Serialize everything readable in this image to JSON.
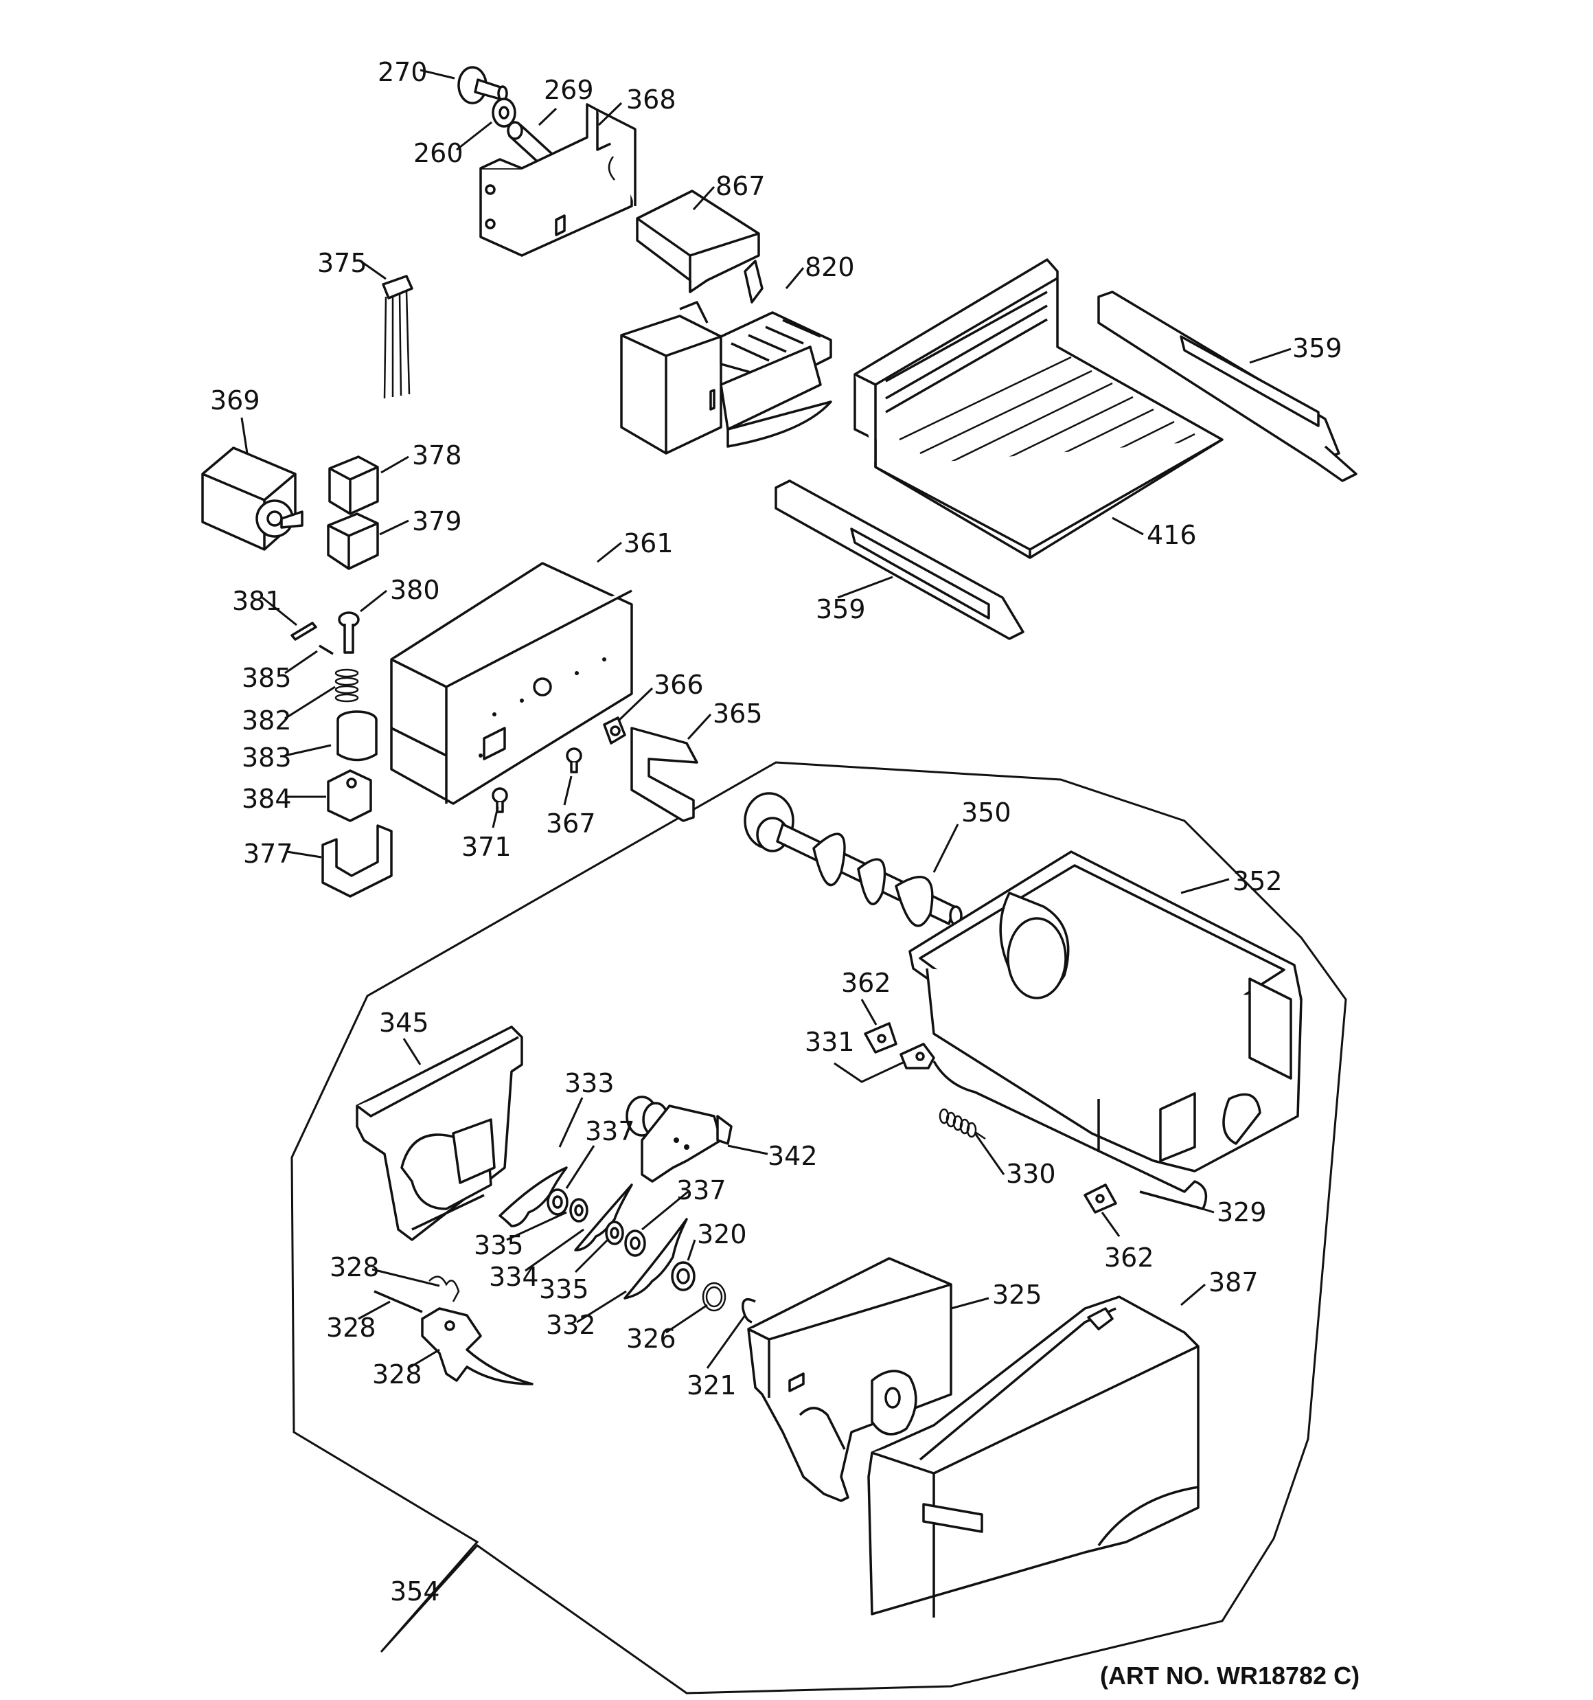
{
  "diagram": {
    "art_number": "(ART NO. WR18782 C)",
    "callouts": [
      {
        "id": "c270",
        "label": "270"
      },
      {
        "id": "c269",
        "label": "269"
      },
      {
        "id": "c368",
        "label": "368"
      },
      {
        "id": "c260",
        "label": "260"
      },
      {
        "id": "c867",
        "label": "867"
      },
      {
        "id": "c375",
        "label": "375"
      },
      {
        "id": "c820",
        "label": "820"
      },
      {
        "id": "c359a",
        "label": "359"
      },
      {
        "id": "c369",
        "label": "369"
      },
      {
        "id": "c378",
        "label": "378"
      },
      {
        "id": "c379",
        "label": "379"
      },
      {
        "id": "c361",
        "label": "361"
      },
      {
        "id": "c416",
        "label": "416"
      },
      {
        "id": "c381",
        "label": "381"
      },
      {
        "id": "c380",
        "label": "380"
      },
      {
        "id": "c359b",
        "label": "359"
      },
      {
        "id": "c385",
        "label": "385"
      },
      {
        "id": "c366",
        "label": "366"
      },
      {
        "id": "c382",
        "label": "382"
      },
      {
        "id": "c365",
        "label": "365"
      },
      {
        "id": "c383",
        "label": "383"
      },
      {
        "id": "c384",
        "label": "384"
      },
      {
        "id": "c367",
        "label": "367"
      },
      {
        "id": "c350",
        "label": "350"
      },
      {
        "id": "c371",
        "label": "371"
      },
      {
        "id": "c377",
        "label": "377"
      },
      {
        "id": "c352",
        "label": "352"
      },
      {
        "id": "c362a",
        "label": "362"
      },
      {
        "id": "c331",
        "label": "331"
      },
      {
        "id": "c345",
        "label": "345"
      },
      {
        "id": "c333",
        "label": "333"
      },
      {
        "id": "c337a",
        "label": "337"
      },
      {
        "id": "c342",
        "label": "342"
      },
      {
        "id": "c330",
        "label": "330"
      },
      {
        "id": "c337b",
        "label": "337"
      },
      {
        "id": "c329",
        "label": "329"
      },
      {
        "id": "c335a",
        "label": "335"
      },
      {
        "id": "c320",
        "label": "320"
      },
      {
        "id": "c362b",
        "label": "362"
      },
      {
        "id": "c334",
        "label": "334"
      },
      {
        "id": "c335b",
        "label": "335"
      },
      {
        "id": "c328a",
        "label": "328"
      },
      {
        "id": "c325",
        "label": "325"
      },
      {
        "id": "c387",
        "label": "387"
      },
      {
        "id": "c332",
        "label": "332"
      },
      {
        "id": "c326",
        "label": "326"
      },
      {
        "id": "c328b",
        "label": "328"
      },
      {
        "id": "c321",
        "label": "321"
      },
      {
        "id": "c328c",
        "label": "328"
      },
      {
        "id": "c354",
        "label": "354"
      }
    ]
  }
}
